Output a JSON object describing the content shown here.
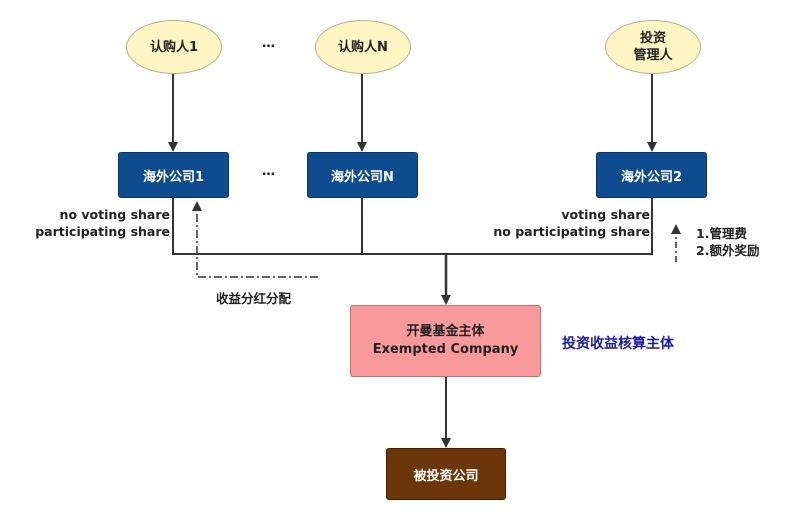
{
  "nodes": {
    "subscriber_1": "认购人1",
    "subscriber_n": "认购人N",
    "investment_manager": "投资\n管理人",
    "offshore_1": "海外公司1",
    "offshore_n": "海外公司N",
    "offshore_2": "海外公司2",
    "fund_entity_cn": "开曼基金主体",
    "fund_entity_en": "Exempted Company",
    "portfolio_company": "被投资公司"
  },
  "ellipsis": "…",
  "labels": {
    "left_share_line1": "no voting share",
    "left_share_line2": "participating share",
    "right_share_line1": "voting share",
    "right_share_line2": "no participating share",
    "dividend": "收益分红分配",
    "fee_1": "1.管理费",
    "fee_2": "2.额外奖励",
    "accounting_entity": "投资收益核算主体"
  },
  "colors": {
    "ellipse_fill": "#fdf6c3",
    "offshore_fill": "#0f4c8f",
    "fund_fill": "#f8999b",
    "portfolio_fill": "#6b3608",
    "accent_text": "#1a1aa6"
  }
}
